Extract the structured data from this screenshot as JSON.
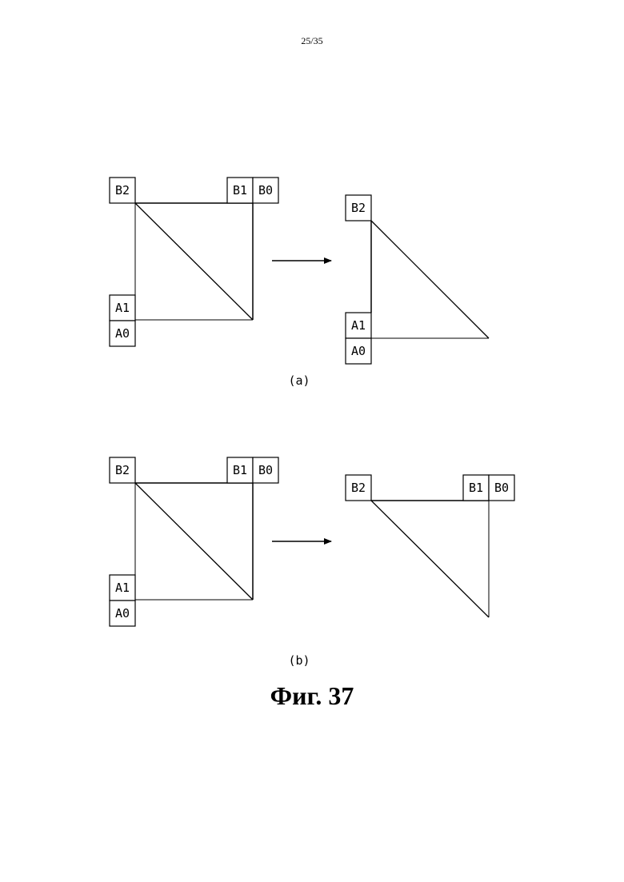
{
  "header": {
    "page_number": "25/35"
  },
  "labels": {
    "b2": "B2",
    "b1": "B1",
    "b0": "B0",
    "a1": "A1",
    "a0": "A0"
  },
  "captions": {
    "a": "(a)",
    "b": "(b)"
  },
  "figure_title": "Фиг. 37"
}
